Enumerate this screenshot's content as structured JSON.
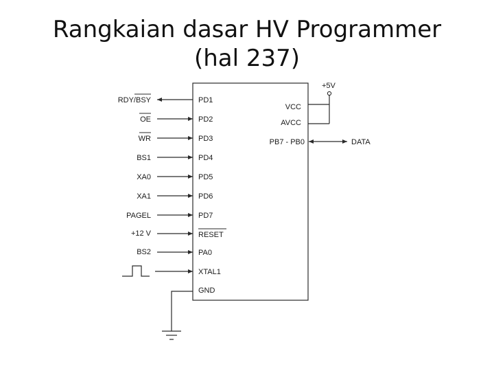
{
  "title": {
    "line1": "Rangkaian dasar HV Programmer",
    "line2": "(hal 237)"
  },
  "colors": {
    "line": "#2a2a2a",
    "text": "#1a1a1a",
    "background": "#ffffff"
  },
  "chip": {
    "left_pins": [
      "PD1",
      "PD2",
      "PD3",
      "PD4",
      "PD5",
      "PD6",
      "PD7",
      "RESET",
      "PA0",
      "XTAL1",
      "GND"
    ],
    "right_pins": [
      "VCC",
      "AVCC",
      "PB7 - PB0"
    ]
  },
  "signals": [
    "RDY/BSY",
    "OE",
    "WR",
    "BS1",
    "XA0",
    "XA1",
    "PAGEL",
    "+12 V",
    "BS2"
  ],
  "power": {
    "supply": "+5V",
    "data": "DATA"
  }
}
